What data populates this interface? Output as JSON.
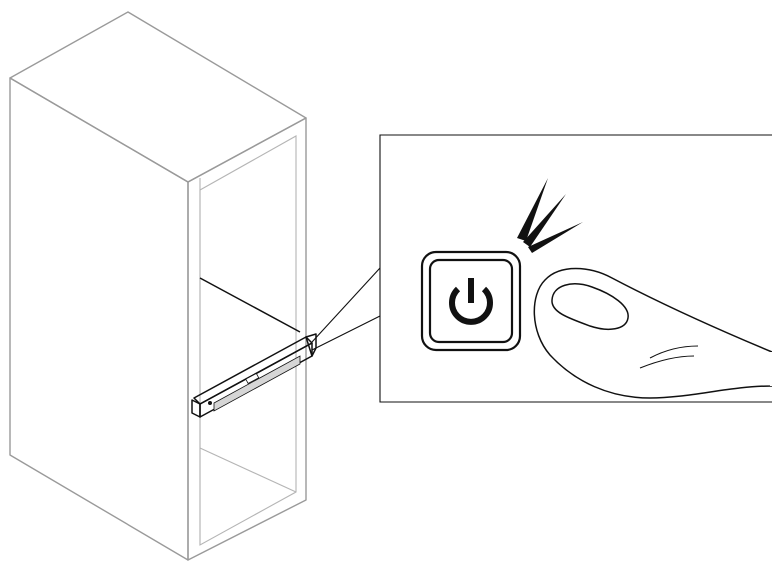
{
  "figure": {
    "kind": "illustration",
    "description_icons": [
      "server-rack",
      "rack-server-unit",
      "power-button",
      "finger",
      "press-indicator"
    ]
  },
  "colors": {
    "rack_outline": "#9a9a9a",
    "detail_outline": "#111111",
    "background": "#ffffff",
    "accent_fill": "#111111"
  },
  "icons": {
    "power": "power-icon",
    "press": "press-burst-icon",
    "finger": "finger-icon"
  }
}
